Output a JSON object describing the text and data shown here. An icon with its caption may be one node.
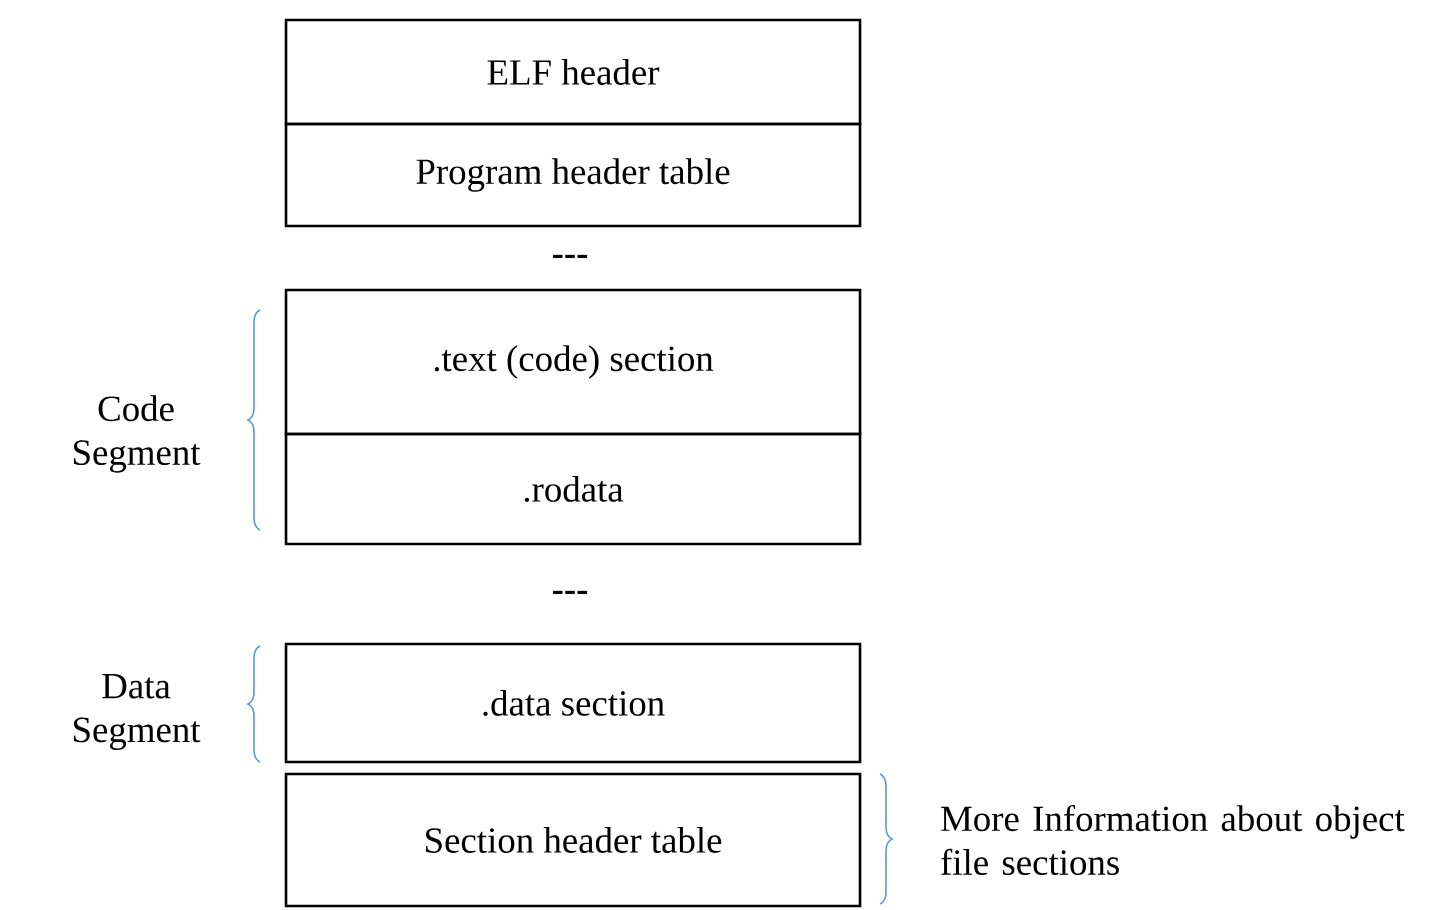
{
  "diagram": {
    "nodes": [
      {
        "text": [
          "ELF header"
        ]
      },
      {
        "text": [
          "Program header table"
        ]
      },
      {
        "text": [
          ".text (code) section"
        ]
      },
      {
        "text": [
          ".rodata"
        ]
      },
      {
        "text": [
          ".data section"
        ]
      },
      {
        "text": [
          "Section header table"
        ]
      }
    ],
    "labels": [
      "---",
      "Code Segment",
      "---",
      "Data Segment",
      "More Information about object file sections"
    ]
  }
}
